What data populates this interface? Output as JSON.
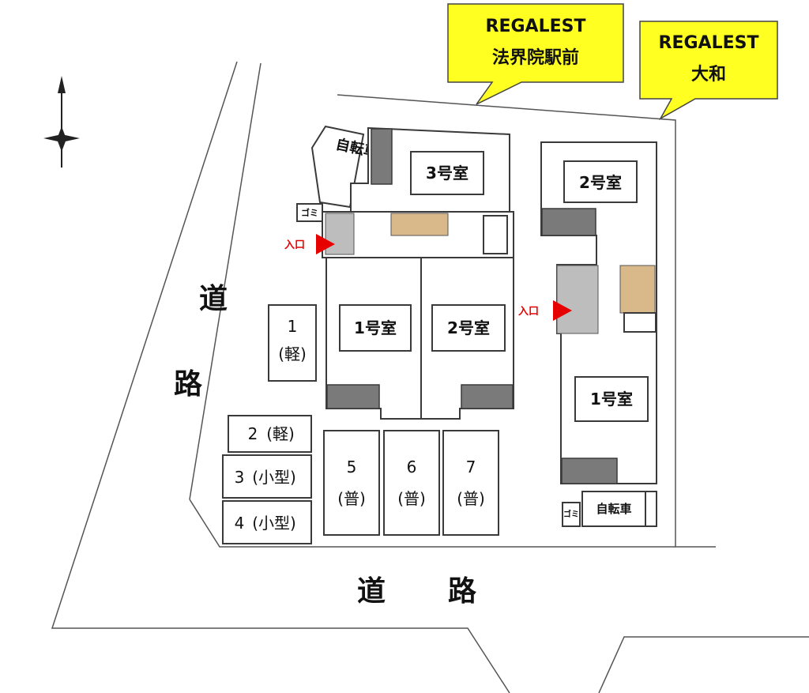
{
  "callouts": [
    {
      "line1": "REGALEST",
      "line2": "法界院駅前"
    },
    {
      "line1": "REGALEST",
      "line2": "大和"
    }
  ],
  "roads": {
    "left_1": "道",
    "left_2": "路",
    "bottom_1": "道",
    "bottom_2": "路"
  },
  "west_building": {
    "rooms": [
      "3号室",
      "1号室",
      "2号室"
    ],
    "bicycle": "自転車",
    "trash": "ゴミ",
    "entrance": "入口"
  },
  "east_building": {
    "rooms": [
      "2号室",
      "1号室"
    ],
    "bicycle": "自転車",
    "trash": "ゴミ",
    "entrance": "入口"
  },
  "parking": [
    {
      "number": "1",
      "type": "(軽)"
    },
    {
      "number": "2",
      "type": "(軽)"
    },
    {
      "number": "3",
      "type": "(小型)"
    },
    {
      "number": "4",
      "type": "(小型)"
    },
    {
      "number": "5",
      "type": "(普)"
    },
    {
      "number": "6",
      "type": "(普)"
    },
    {
      "number": "7",
      "type": "(普)"
    }
  ],
  "colors": {
    "callout": "#ffff22",
    "entrance": "#e60000",
    "building_gray": "#7a7a7a"
  }
}
